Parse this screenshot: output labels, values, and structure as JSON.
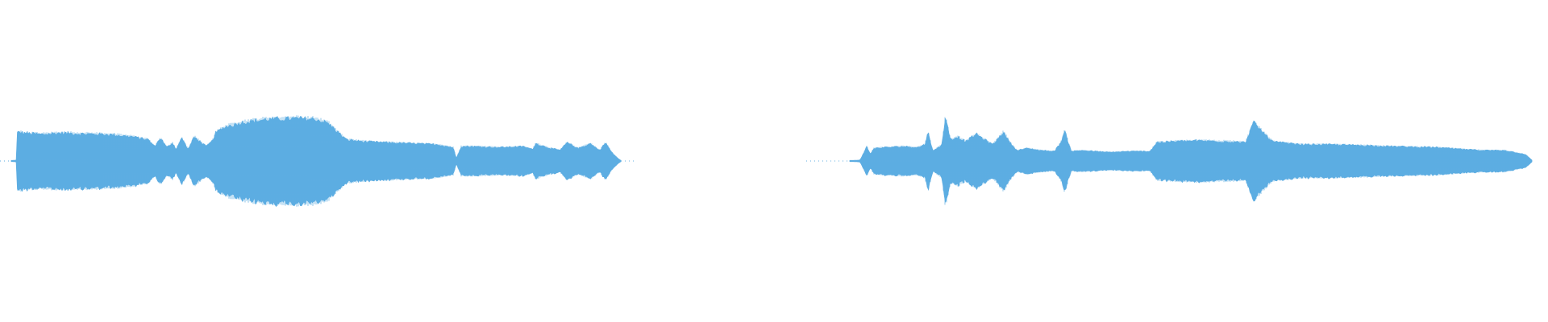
{
  "waveform": {
    "color": "#5dade2",
    "background": "#ffffff",
    "segments": [
      {
        "name": "segment-1",
        "envelope": [
          [
            0.0,
            0.01
          ],
          [
            0.008,
            0.02
          ],
          [
            0.01,
            0.6
          ],
          [
            0.02,
            0.58
          ],
          [
            0.05,
            0.55
          ],
          [
            0.08,
            0.58
          ],
          [
            0.12,
            0.56
          ],
          [
            0.16,
            0.55
          ],
          [
            0.2,
            0.5
          ],
          [
            0.225,
            0.44
          ],
          [
            0.235,
            0.3
          ],
          [
            0.245,
            0.48
          ],
          [
            0.255,
            0.28
          ],
          [
            0.265,
            0.38
          ],
          [
            0.27,
            0.24
          ],
          [
            0.28,
            0.48
          ],
          [
            0.29,
            0.24
          ],
          [
            0.3,
            0.5
          ],
          [
            0.32,
            0.3
          ],
          [
            0.33,
            0.42
          ],
          [
            0.335,
            0.58
          ],
          [
            0.35,
            0.7
          ],
          [
            0.38,
            0.8
          ],
          [
            0.42,
            0.86
          ],
          [
            0.47,
            0.88
          ],
          [
            0.5,
            0.86
          ],
          [
            0.52,
            0.78
          ],
          [
            0.54,
            0.55
          ],
          [
            0.55,
            0.44
          ],
          [
            0.58,
            0.4
          ],
          [
            0.62,
            0.38
          ],
          [
            0.66,
            0.36
          ],
          [
            0.7,
            0.34
          ],
          [
            0.725,
            0.28
          ],
          [
            0.73,
            0.06
          ],
          [
            0.738,
            0.3
          ],
          [
            0.76,
            0.3
          ],
          [
            0.8,
            0.28
          ],
          [
            0.84,
            0.3
          ],
          [
            0.855,
            0.24
          ],
          [
            0.86,
            0.36
          ],
          [
            0.88,
            0.28
          ],
          [
            0.9,
            0.22
          ],
          [
            0.912,
            0.38
          ],
          [
            0.93,
            0.26
          ],
          [
            0.95,
            0.36
          ],
          [
            0.965,
            0.22
          ],
          [
            0.975,
            0.38
          ],
          [
            0.985,
            0.18
          ],
          [
            0.995,
            0.06
          ],
          [
            1.0,
            0.01
          ]
        ]
      },
      {
        "name": "segment-2",
        "envelope": [
          [
            0.0,
            0.01
          ],
          [
            0.015,
            0.02
          ],
          [
            0.025,
            0.3
          ],
          [
            0.03,
            0.14
          ],
          [
            0.035,
            0.26
          ],
          [
            0.05,
            0.28
          ],
          [
            0.08,
            0.3
          ],
          [
            0.1,
            0.28
          ],
          [
            0.11,
            0.34
          ],
          [
            0.115,
            0.6
          ],
          [
            0.122,
            0.2
          ],
          [
            0.135,
            0.34
          ],
          [
            0.14,
            0.9
          ],
          [
            0.148,
            0.44
          ],
          [
            0.158,
            0.5
          ],
          [
            0.17,
            0.4
          ],
          [
            0.185,
            0.56
          ],
          [
            0.2,
            0.42
          ],
          [
            0.21,
            0.34
          ],
          [
            0.225,
            0.6
          ],
          [
            0.235,
            0.38
          ],
          [
            0.245,
            0.22
          ],
          [
            0.26,
            0.26
          ],
          [
            0.28,
            0.22
          ],
          [
            0.3,
            0.2
          ],
          [
            0.31,
            0.4
          ],
          [
            0.315,
            0.62
          ],
          [
            0.325,
            0.2
          ],
          [
            0.34,
            0.22
          ],
          [
            0.38,
            0.18
          ],
          [
            0.41,
            0.2
          ],
          [
            0.44,
            0.2
          ],
          [
            0.45,
            0.38
          ],
          [
            0.47,
            0.4
          ],
          [
            0.51,
            0.42
          ],
          [
            0.56,
            0.4
          ],
          [
            0.58,
            0.38
          ],
          [
            0.592,
            0.8
          ],
          [
            0.605,
            0.6
          ],
          [
            0.62,
            0.4
          ],
          [
            0.66,
            0.34
          ],
          [
            0.7,
            0.34
          ],
          [
            0.76,
            0.32
          ],
          [
            0.8,
            0.3
          ],
          [
            0.86,
            0.28
          ],
          [
            0.9,
            0.24
          ],
          [
            0.93,
            0.22
          ],
          [
            0.96,
            0.22
          ],
          [
            0.99,
            0.14
          ],
          [
            1.0,
            0.02
          ]
        ]
      }
    ]
  }
}
